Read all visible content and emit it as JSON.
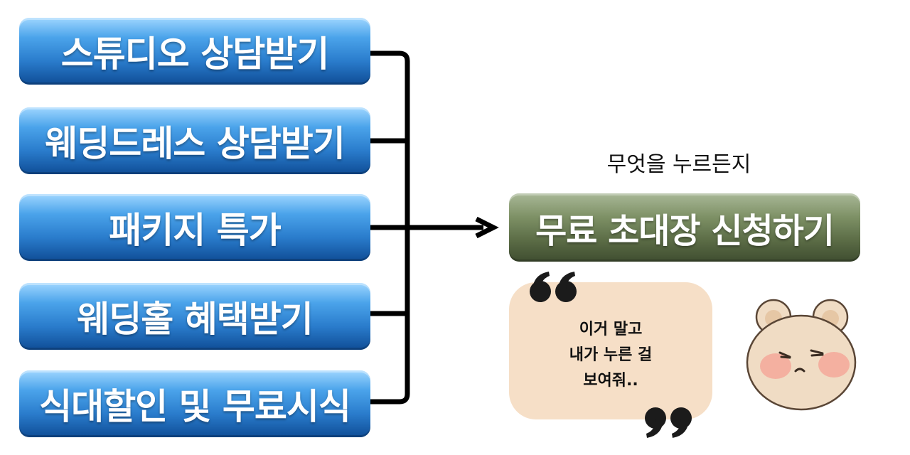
{
  "options": [
    {
      "label": "스튜디오 상담받기"
    },
    {
      "label": "웨딩드레스 상담받기"
    },
    {
      "label": "패키지 특가"
    },
    {
      "label": "웨딩홀 혜택받기"
    },
    {
      "label": "식대할인 및 무료시식"
    }
  ],
  "caption": "무엇을 누르든지",
  "cta": {
    "label": "무료 초대장 신청하기"
  },
  "bubble": {
    "lines": [
      "이거 말고",
      "내가 누른 걸",
      "보여줘.."
    ]
  },
  "colors": {
    "option_gradient_top": "#9ed6ff",
    "option_gradient_bottom": "#0f4d96",
    "cta_gradient_top": "#a9b897",
    "cta_gradient_bottom": "#3f4d30",
    "bubble_bg": "#f6dfc7",
    "connector": "#000000"
  },
  "icons": {
    "quote_open": "left-double-quote-icon",
    "quote_close": "right-double-quote-icon",
    "character": "bear-face-icon"
  }
}
